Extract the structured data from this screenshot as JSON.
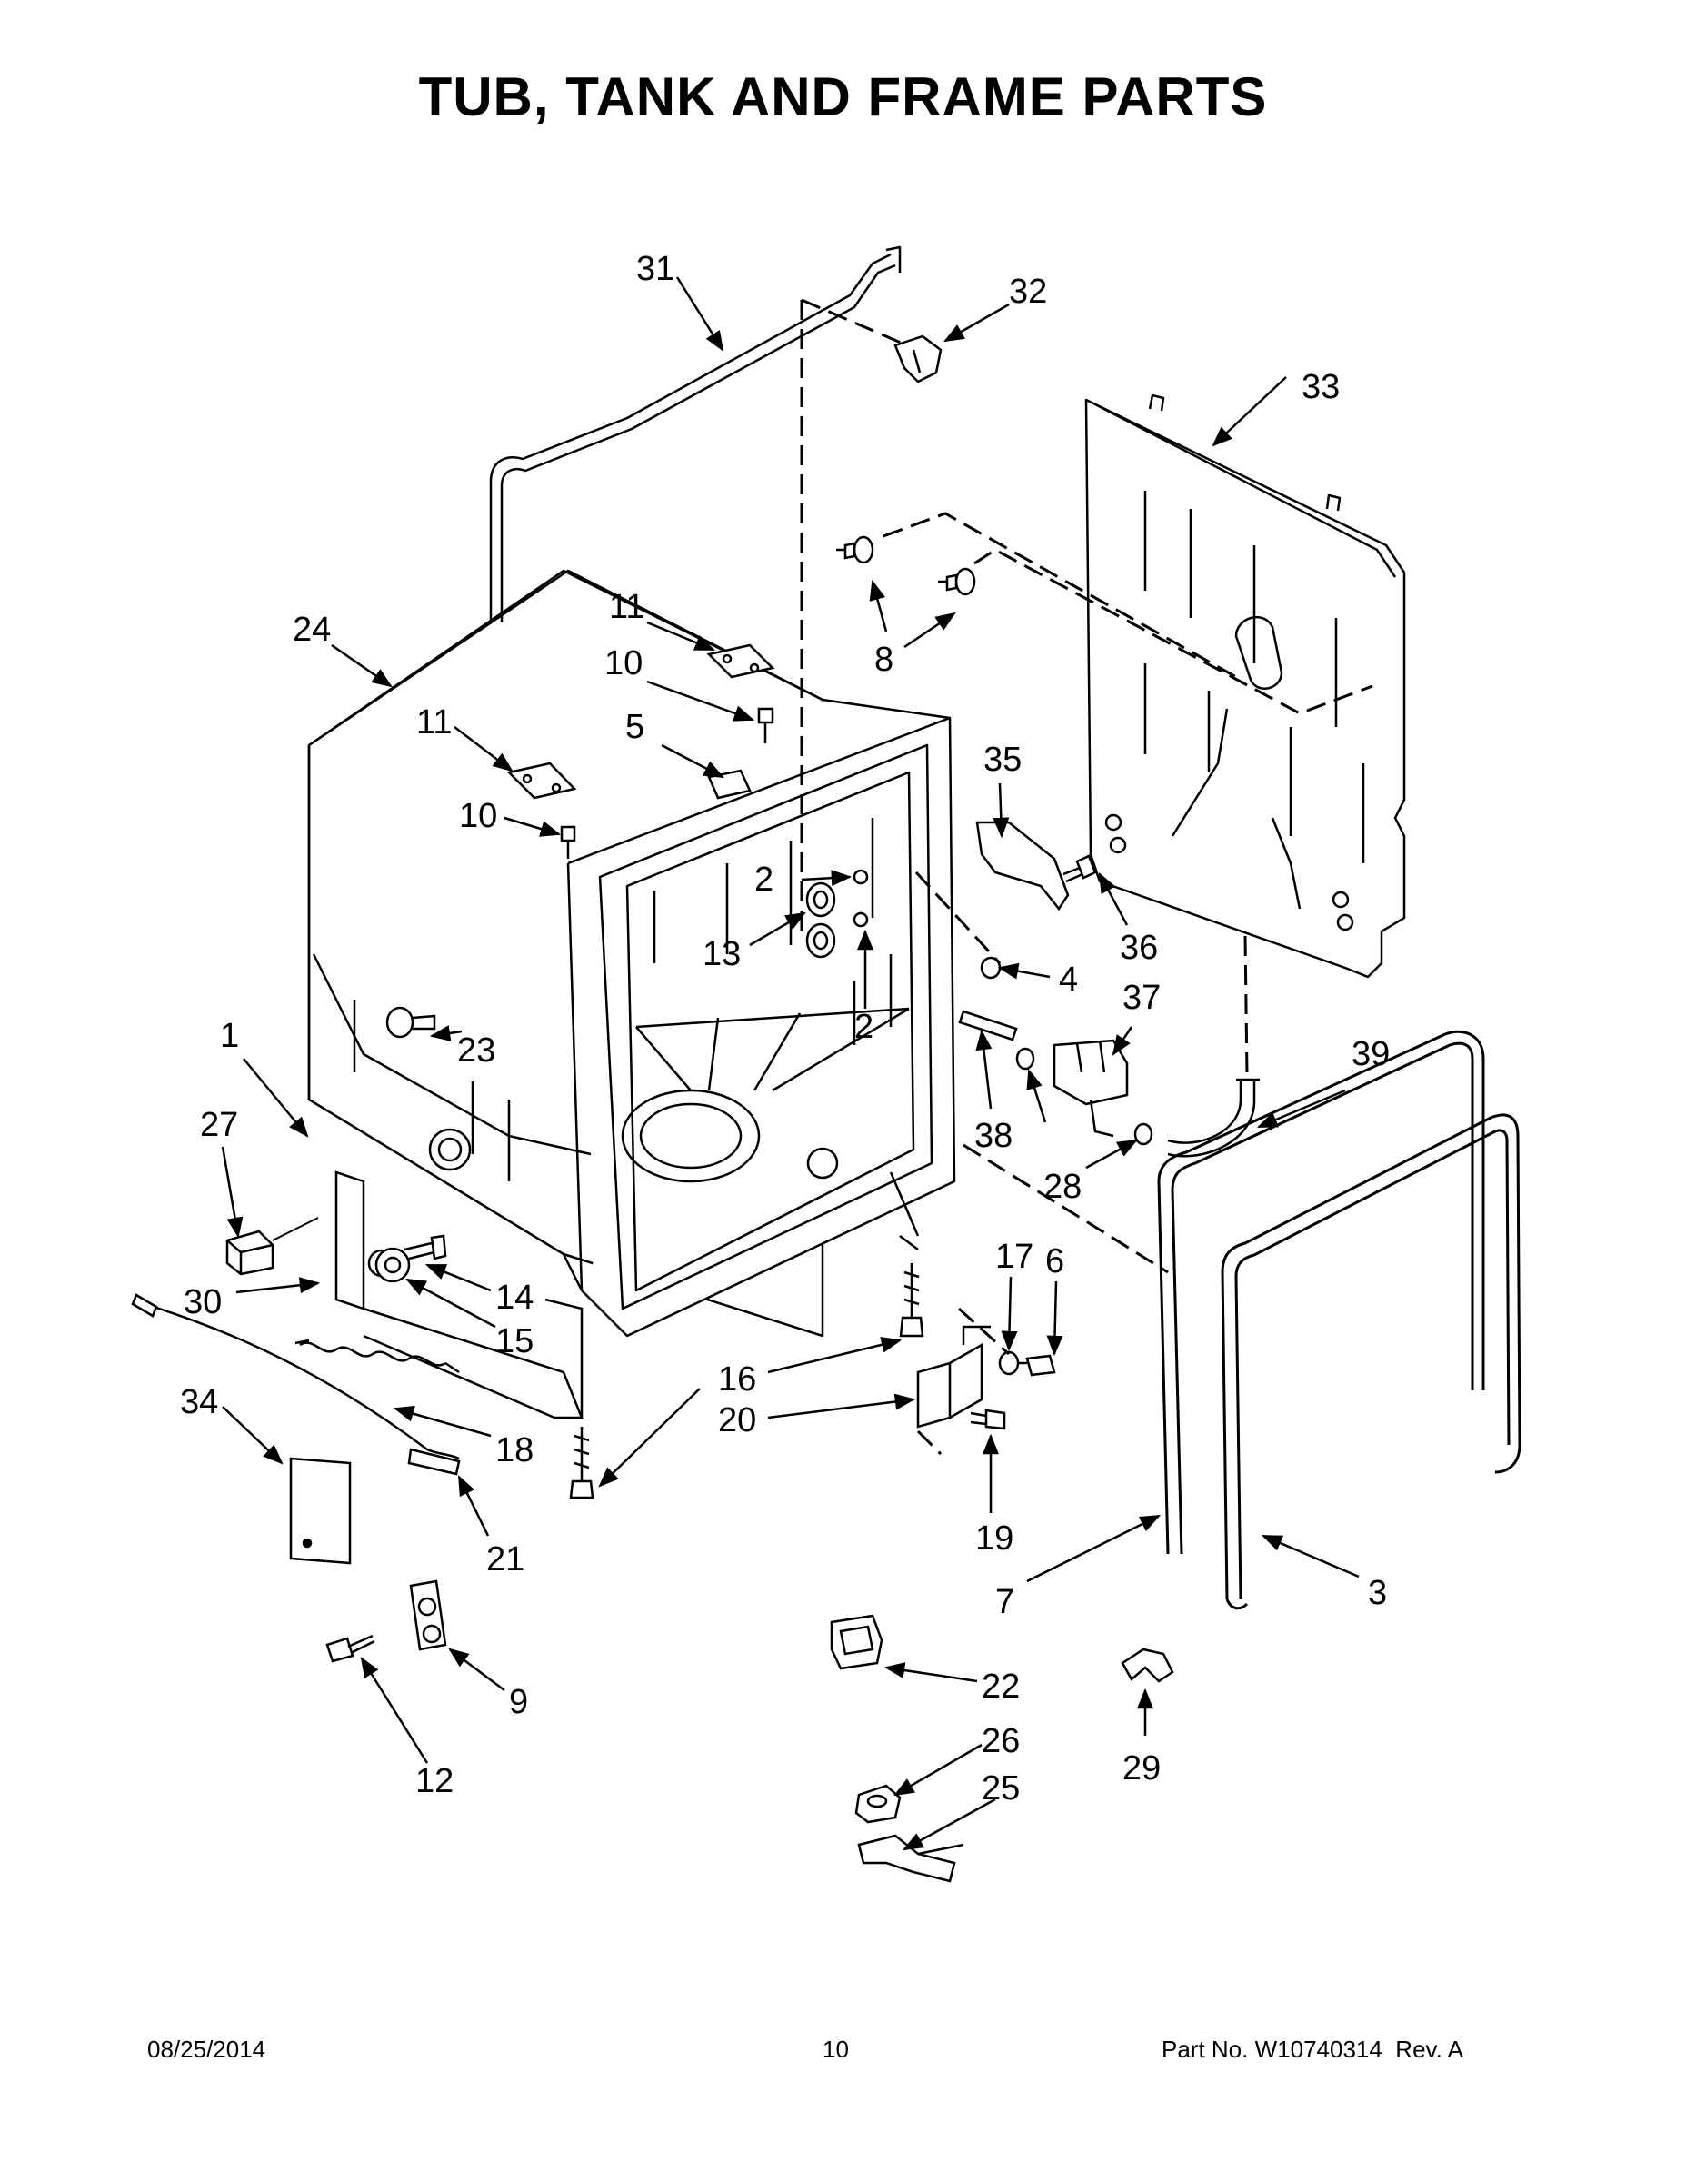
{
  "title": "TUB, TANK AND FRAME PARTS",
  "callouts": {
    "c1": "1",
    "c2a": "2",
    "c2b": "2",
    "c3": "3",
    "c4": "4",
    "c5": "5",
    "c6": "6",
    "c7": "7",
    "c8": "8",
    "c9": "9",
    "c10a": "10",
    "c10b": "10",
    "c11a": "11",
    "c11b": "11",
    "c12": "12",
    "c13": "13",
    "c14": "14",
    "c15": "15",
    "c16": "16",
    "c17": "17",
    "c18": "18",
    "c19": "19",
    "c20": "20",
    "c21": "21",
    "c22": "22",
    "c23": "23",
    "c24": "24",
    "c25": "25",
    "c26": "26",
    "c27": "27",
    "c28": "28",
    "c29": "29",
    "c30": "30",
    "c31": "31",
    "c32": "32",
    "c33": "33",
    "c34": "34",
    "c35": "35",
    "c36": "36",
    "c37": "37",
    "c38": "38",
    "c39": "39"
  },
  "footer": {
    "date": "08/25/2014",
    "page": "10",
    "part_label": "Part No.",
    "part_number": "W10740314",
    "rev_label": "Rev.",
    "rev": "A"
  }
}
